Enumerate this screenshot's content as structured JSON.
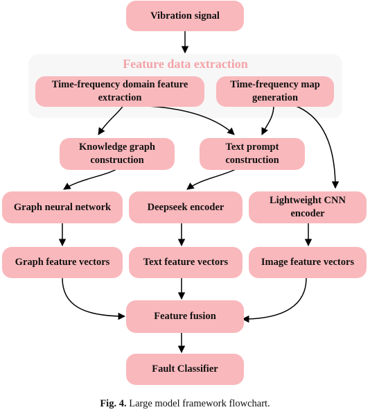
{
  "diagram": {
    "group": {
      "title": "Feature data extraction"
    },
    "nodes": {
      "vibration_signal": "Vibration signal",
      "tf_domain_feature": "Time-frequency domain feature extraction",
      "tf_map": "Time-frequency map generation",
      "knowledge_graph": "Knowledge graph construction",
      "text_prompt": "Text prompt construction",
      "graph_nn": "Graph neural network",
      "deepseek": "Deepseek encoder",
      "cnn": "Lightweight CNN encoder",
      "graph_vectors": "Graph feature vectors",
      "text_vectors": "Text feature vectors",
      "image_vectors": "Image feature vectors",
      "fusion": "Feature fusion",
      "classifier": "Fault Classifier"
    }
  },
  "caption": {
    "label": "Fig. 4.",
    "text": "Large model framework flowchart."
  },
  "colors": {
    "node_fill": "#f9b8bc",
    "group_fill": "#f7f7f7",
    "group_title": "#f4a3a8",
    "edge": "#000000"
  }
}
